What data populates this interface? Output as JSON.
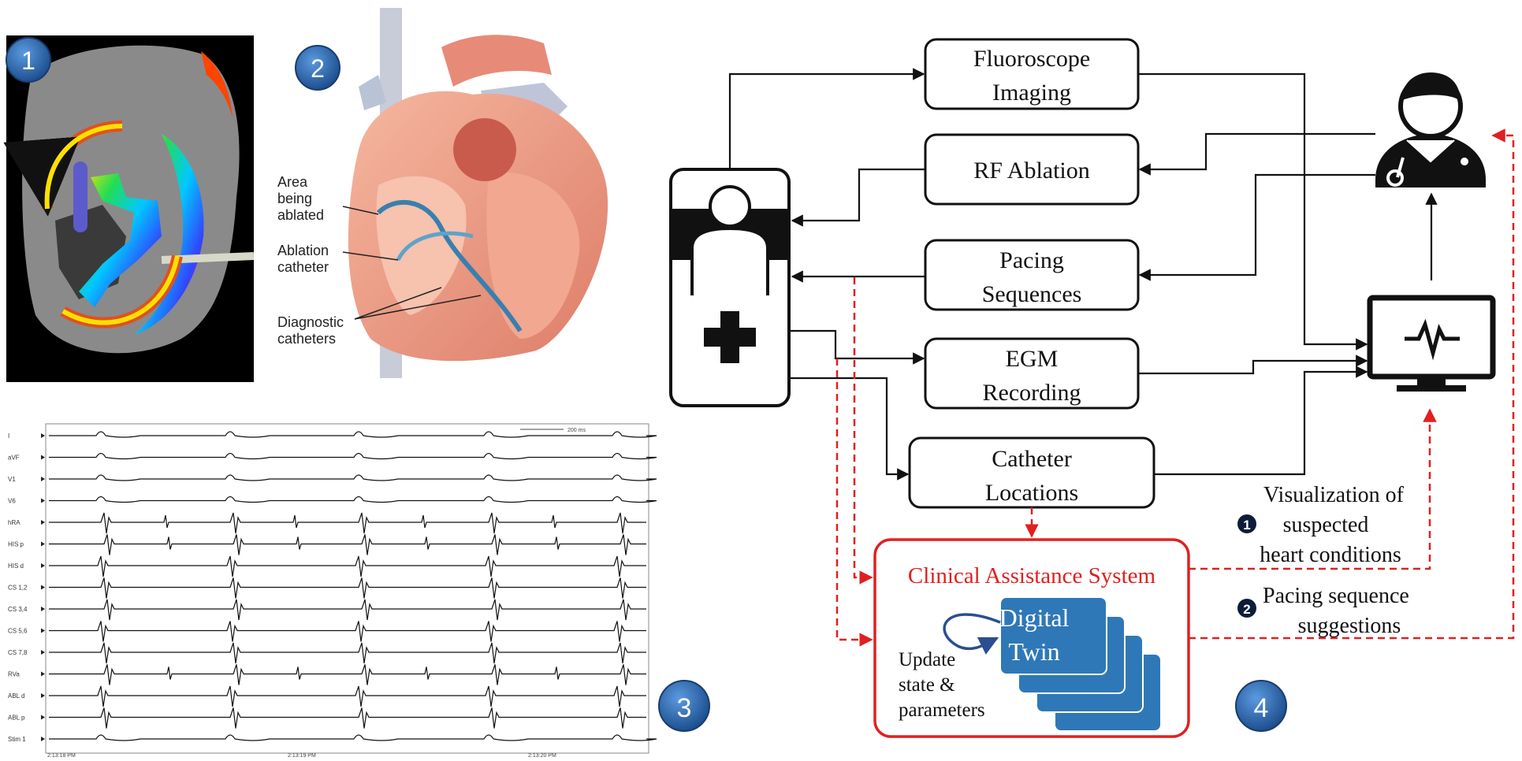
{
  "badges": [
    "1",
    "2",
    "3",
    "4"
  ],
  "heart_labels": {
    "area": [
      "Area",
      "being",
      "ablated"
    ],
    "ablation": [
      "Ablation",
      "catheter"
    ],
    "diagnostic": [
      "Diagnostic",
      "catheters"
    ]
  },
  "egm": {
    "channels": [
      "I",
      "aVF",
      "V1",
      "V6",
      "hRA",
      "HIS p",
      "HIS d",
      "CS 1,2",
      "CS 3,4",
      "CS 5,6",
      "CS 7,8",
      "RVa",
      "ABL d",
      "ABL p",
      "Stim 1"
    ],
    "scale_label": "200 ms",
    "timestamps": [
      "2:13:18 PM",
      "2:13:19 PM",
      "2:13:20 PM"
    ]
  },
  "flow": {
    "boxes": {
      "fluoro": [
        "Fluoroscope",
        "Imaging"
      ],
      "rf": [
        "RF Ablation"
      ],
      "pacing": [
        "Pacing",
        "Sequences"
      ],
      "egm": [
        "EGM",
        "Recording"
      ],
      "catheter": [
        "Catheter",
        "Locations"
      ]
    },
    "cas_title": "Clinical Assistance System",
    "digital_twin": [
      "Digital",
      "Twin"
    ],
    "update_label": [
      "Update",
      "state &",
      "parameters"
    ],
    "output1": [
      "Visualization of",
      "suspected",
      "heart conditions"
    ],
    "output1_marker": "1",
    "output2": [
      "Pacing sequence",
      "suggestions"
    ],
    "output2_marker": "2"
  },
  "colors": {
    "badge_blue": "#2e6fb8",
    "cas_red": "#e02020",
    "twin_blue": "#2f78b7",
    "line": "#111111"
  }
}
